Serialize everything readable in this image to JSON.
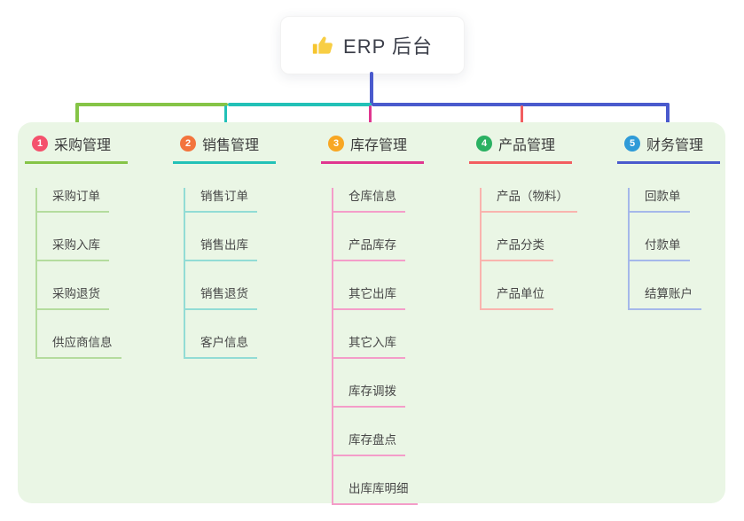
{
  "root_node": {
    "icon": "thumbs-up-icon",
    "title": "ERP 后台"
  },
  "canvas": {
    "background": "#ffffff",
    "panel_background": "#eaf6e5",
    "trunk_color": "#4a5acd"
  },
  "branches": [
    {
      "badge": "1",
      "label": "采购管理",
      "color": "#85c447",
      "child_color": "#b4dc9e",
      "badge_color": "#f4516c",
      "children": [
        "采购订单",
        "采购入库",
        "采购退货",
        "供应商信息"
      ]
    },
    {
      "badge": "2",
      "label": "销售管理",
      "color": "#22c1b7",
      "child_color": "#92dcd5",
      "badge_color": "#f3743d",
      "children": [
        "销售订单",
        "销售出库",
        "销售退货",
        "客户信息"
      ]
    },
    {
      "badge": "3",
      "label": "库存管理",
      "color": "#e0368f",
      "child_color": "#f49dc9",
      "badge_color": "#f8a723",
      "children": [
        "仓库信息",
        "产品库存",
        "其它出库",
        "其它入库",
        "库存调拨",
        "库存盘点",
        "出库库明细"
      ]
    },
    {
      "badge": "4",
      "label": "产品管理",
      "color": "#f25e60",
      "child_color": "#f9b4ae",
      "badge_color": "#2ab162",
      "children": [
        "产品（物料）",
        "产品分类",
        "产品单位"
      ]
    },
    {
      "badge": "5",
      "label": "财务管理",
      "color": "#4a5acd",
      "child_color": "#a5b8ea",
      "badge_color": "#2f9bd8",
      "children": [
        "回款单",
        "付款单",
        "结算账户"
      ]
    }
  ]
}
